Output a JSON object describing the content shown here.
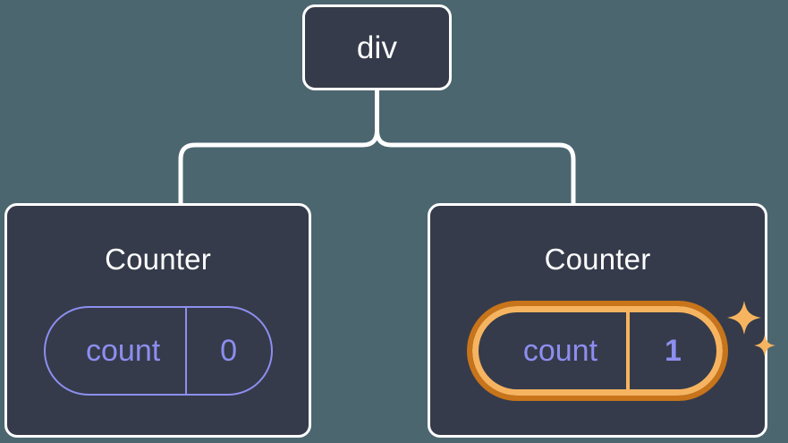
{
  "diagram": {
    "type": "component-tree",
    "background_color": "#4c6670",
    "node_fill_color": "#353b4a",
    "node_border_color": "#ffffff",
    "connector_color": "#ffffff",
    "state_accent_color": "#8d8ef0",
    "highlight_inner_color": "#f6b460",
    "highlight_outer_color": "#c8741a",
    "root": {
      "label": "div"
    },
    "children": [
      {
        "label": "Counter",
        "highlighted": false,
        "state": {
          "name": "count",
          "value": "0"
        },
        "sparkle_icons": []
      },
      {
        "label": "Counter",
        "highlighted": true,
        "state": {
          "name": "count",
          "value": "1"
        },
        "sparkle_icons": [
          "sparkle-large",
          "sparkle-small"
        ]
      }
    ]
  }
}
